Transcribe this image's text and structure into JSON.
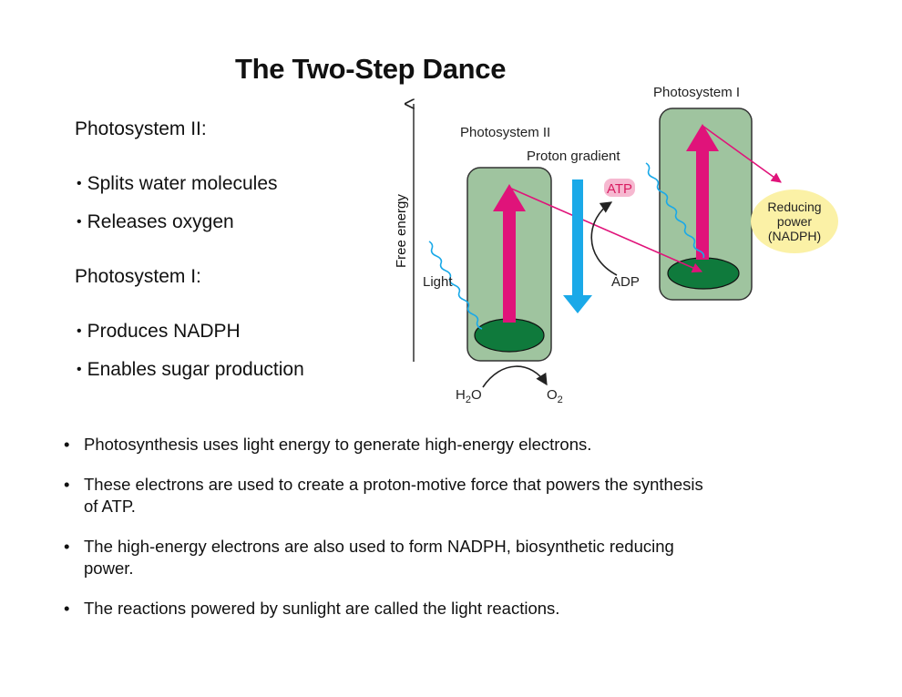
{
  "slide": {
    "title": "The Two-Step Dance"
  },
  "left_panel": {
    "ps2_heading": "Photosystem II:",
    "ps2_items": [
      "Splits water molecules",
      "Releases oxygen"
    ],
    "ps1_heading": "Photosystem I:",
    "ps1_items": [
      "Produces NADPH",
      "Enables sugar production"
    ]
  },
  "diagram": {
    "axis_label": "Free energy",
    "ps2_label": "Photosystem II",
    "ps1_label": "Photosystem I",
    "proton_gradient_label": "Proton gradient",
    "light_label": "Light",
    "atp_label": "ATP",
    "adp_label": "ADP",
    "water_label": "H",
    "water_sub": "2",
    "water_tail": "O",
    "oxygen_label": "O",
    "oxygen_sub": "2",
    "reducing_power_line1": "Reducing",
    "reducing_power_line2": "power",
    "reducing_power_line3": "(NADPH)",
    "colors": {
      "panel_fill": "#9fc49f",
      "panel_stroke": "#333333",
      "reaction_center": "#0f7a3c",
      "electron_arrow": "#e0137a",
      "proton_arrow": "#1aa9e8",
      "light_wave": "#1aa9e8",
      "nadph_fill": "#fbf1a6",
      "atp_highlight": "#f6b8d0",
      "atp_text": "#d81b60"
    }
  },
  "bullets": [
    "Photosynthesis uses light energy to generate high-energy electrons.",
    "These electrons are used to create a proton-motive force that powers the synthesis of ATP.",
    "The high-energy electrons are also used to form NADPH, biosynthetic reducing power.",
    "The reactions powered by sunlight are called the light reactions."
  ]
}
